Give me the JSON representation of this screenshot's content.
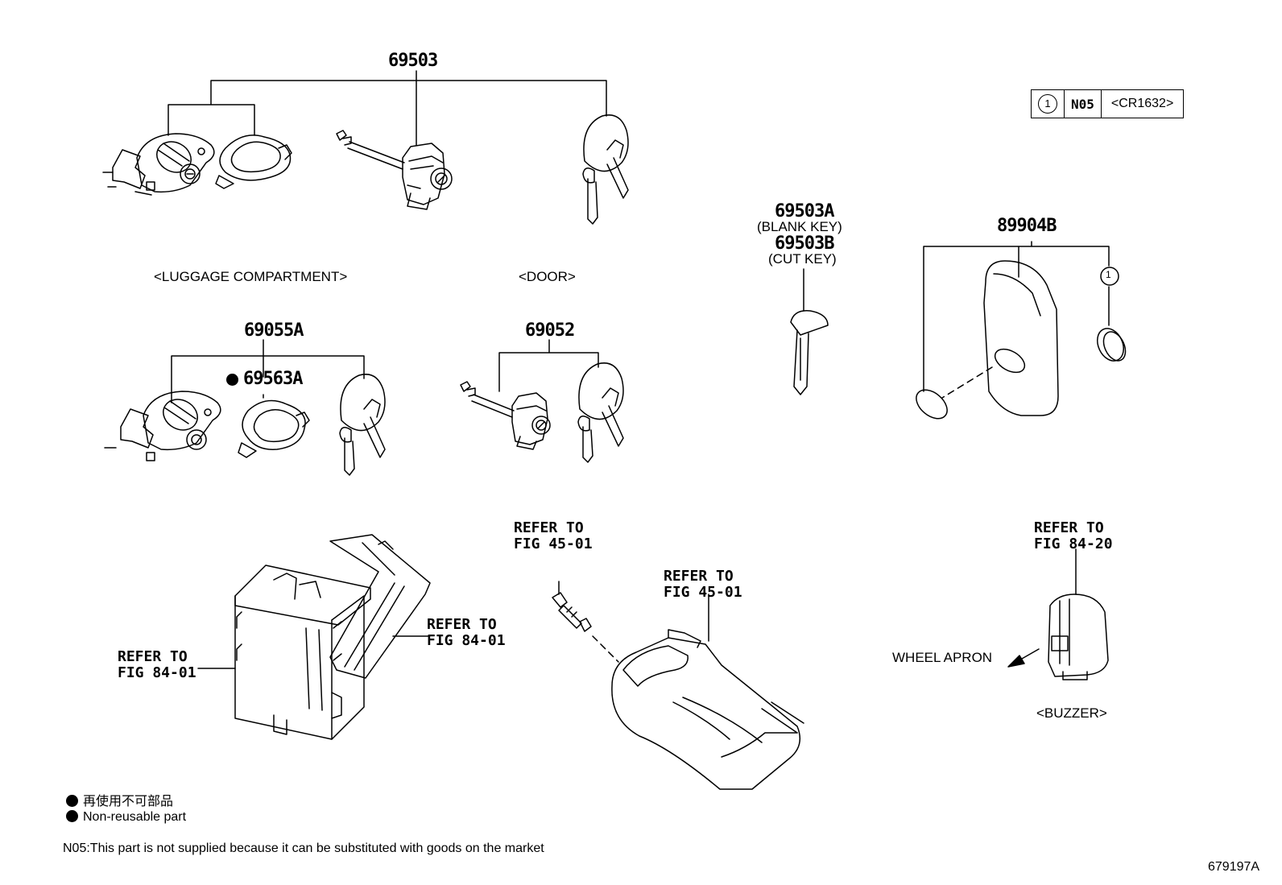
{
  "parts": {
    "p69503": "69503",
    "p69055A": "69055A",
    "p69563A": "69563A",
    "p69052": "69052",
    "p69503A": "69503A",
    "blank_key": "(BLANK KEY)",
    "p69503B": "69503B",
    "cut_key": "(CUT KEY)",
    "p89904B": "89904B"
  },
  "captions": {
    "luggage": "<LUGGAGE COMPARTMENT>",
    "door": "<DOOR>",
    "buzzer": "<BUZZER>",
    "wheel_apron": "WHEEL APRON"
  },
  "refs": {
    "refer_to": "REFER TO",
    "fig_45_01": "FIG 45-01",
    "fig_84_01": "FIG 84-01",
    "fig_84_20": "FIG 84-20"
  },
  "note_table": {
    "ref_num": "1",
    "code": "N05",
    "spec": "<CR1632>"
  },
  "callout_number": "1",
  "legend": {
    "jp": "再使用不可部品",
    "en": "Non-reusable part",
    "n05": "N05:This part is not supplied because it can be substituted with goods on the market"
  },
  "figure_id": "679197A"
}
